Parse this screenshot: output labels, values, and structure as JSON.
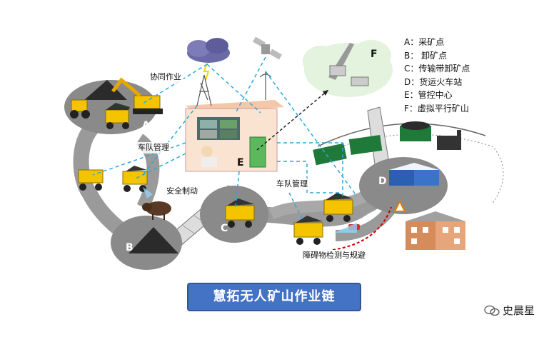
{
  "title": "慧拓无人矿山作业链",
  "legend": [
    "A：采矿点",
    "B： 卸矿点",
    "C：传输带卸矿点",
    "D：货运火车站",
    "E：管控中心",
    "F：虚拟平行矿山"
  ],
  "nodes": {
    "A": "A",
    "B": "B",
    "C": "C",
    "D": "D",
    "E": "E",
    "F": "F"
  },
  "labels": {
    "cooperate": "协同作业",
    "fleet_1": "车队管理",
    "fleet_2": "车队管理",
    "safety_brake": "安全制动",
    "obstacle": "障碍物检测与规避"
  },
  "watermark": "史晨星",
  "colors": {
    "title_bg": "#4472c4",
    "area_gray": "#8a8a8a",
    "truck_yellow": "#f5c400",
    "train_green": "#1f7a3a",
    "link_cyan": "#29a8e0"
  }
}
